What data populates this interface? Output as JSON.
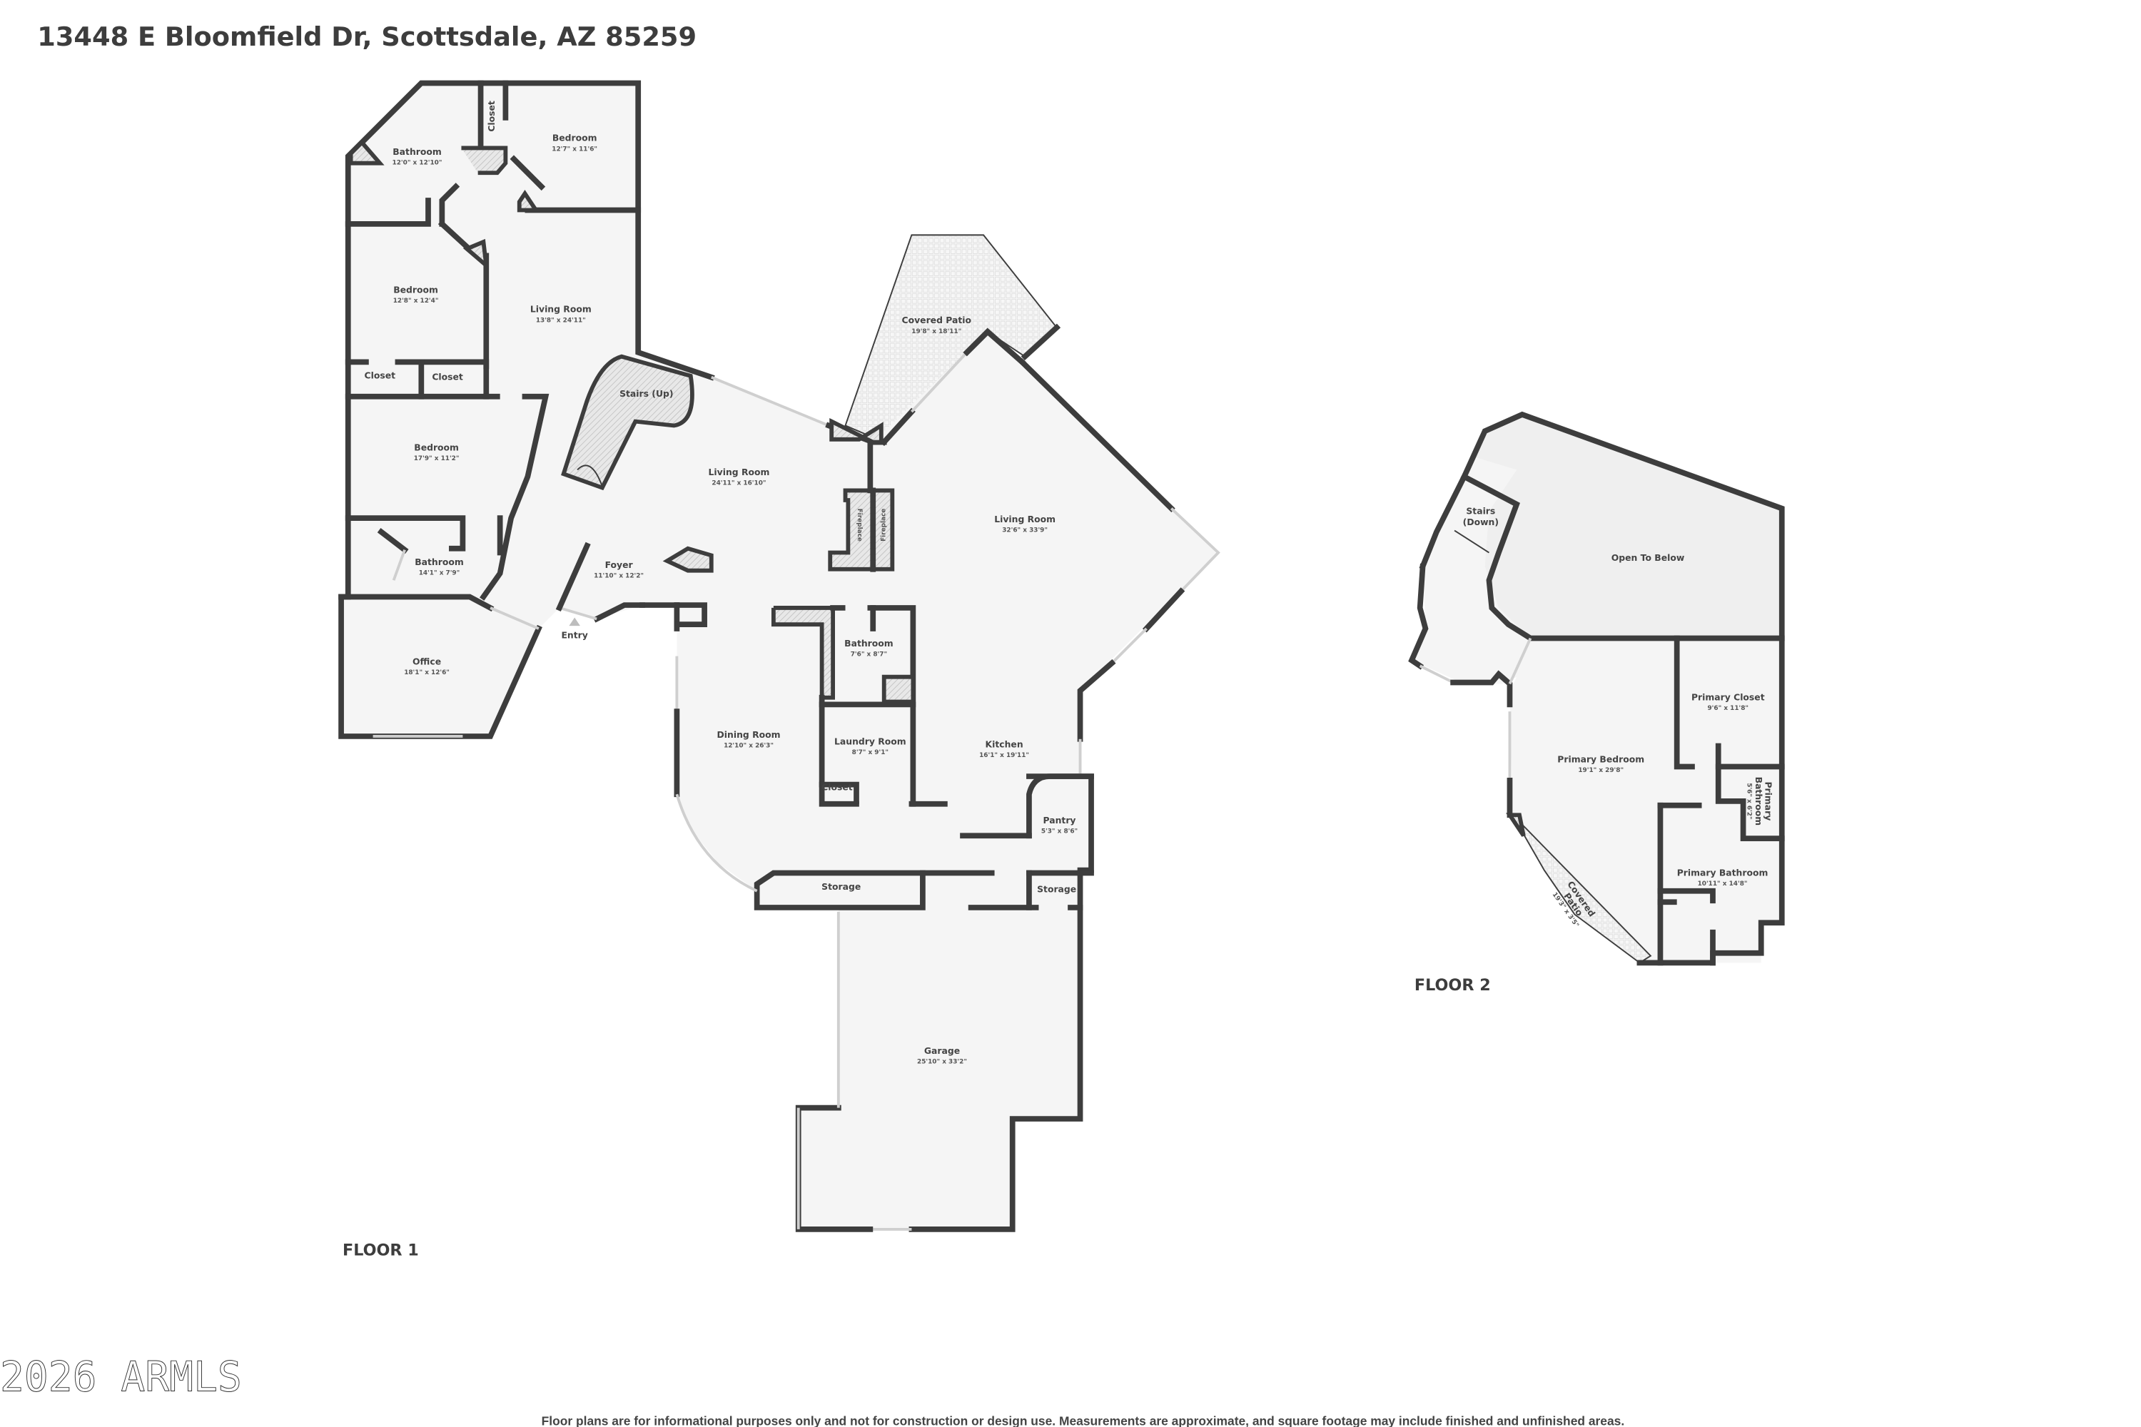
{
  "header": {
    "title": "13448 E Bloomfield Dr, Scottsdale, AZ 85259"
  },
  "floor1": {
    "label": "FLOOR 1",
    "rooms": [
      {
        "name": "Bathroom",
        "dims": "12'0\" x 12'10\""
      },
      {
        "name": "Closet"
      },
      {
        "name": "Bedroom",
        "dims": "12'7\" x 11'6\""
      },
      {
        "name": "Bedroom",
        "dims": "12'8\" x 12'4\""
      },
      {
        "name": "Living Room",
        "dims": "13'8\" x 24'11\""
      },
      {
        "name": "Closet"
      },
      {
        "name": "Closet"
      },
      {
        "name": "Stairs (Up)"
      },
      {
        "name": "Bedroom",
        "dims": "17'9\" x 11'2\""
      },
      {
        "name": "Living Room",
        "dims": "24'11\" x 16'10\""
      },
      {
        "name": "Covered Patio",
        "dims": "19'8\" x 18'11\""
      },
      {
        "name": "Fireplace"
      },
      {
        "name": "Fireplace"
      },
      {
        "name": "Living Room",
        "dims": "32'6\" x 33'9\""
      },
      {
        "name": "Bathroom",
        "dims": "14'1\" x 7'9\""
      },
      {
        "name": "Foyer",
        "dims": "11'10\" x 12'2\""
      },
      {
        "name": "Entry"
      },
      {
        "name": "Office",
        "dims": "18'1\" x 12'6\""
      },
      {
        "name": "Bathroom",
        "dims": "7'6\" x 8'7\""
      },
      {
        "name": "Dining Room",
        "dims": "12'10\" x 26'3\""
      },
      {
        "name": "Laundry Room",
        "dims": "8'7\" x 9'1\""
      },
      {
        "name": "Kitchen",
        "dims": "16'1\" x 19'11\""
      },
      {
        "name": "Closet"
      },
      {
        "name": "Pantry",
        "dims": "5'3\" x 8'6\""
      },
      {
        "name": "Storage"
      },
      {
        "name": "Storage"
      },
      {
        "name": "Garage",
        "dims": "25'10\" x 33'2\""
      }
    ]
  },
  "floor2": {
    "label": "FLOOR 2",
    "rooms": [
      {
        "name": "Stairs",
        "name2": "(Down)"
      },
      {
        "name": "Open To Below"
      },
      {
        "name": "Primary Closet",
        "dims": "9'6\" x 11'8\""
      },
      {
        "name": "Primary Bedroom",
        "dims": "19'1\" x 29'8\""
      },
      {
        "name": "Primary",
        "name2": "Bathroom",
        "dims": "5'6\" x 6'2\""
      },
      {
        "name": "Primary Bathroom",
        "dims": "10'11\" x 14'8\""
      },
      {
        "name": "Covered",
        "name2": "Patio",
        "dims": "19'3\" x 3'5\""
      }
    ]
  },
  "watermark": "2026 ARMLS",
  "footer": {
    "disclaimer": "Floor plans are for informational purposes only and not for construction or design use. Measurements are approximate, and square footage may include finished and unfinished areas."
  },
  "colors": {
    "wall": "#3d3d3d",
    "floor": "#f5f5f5",
    "open_to_below": "#efefef",
    "text": "#444444"
  }
}
